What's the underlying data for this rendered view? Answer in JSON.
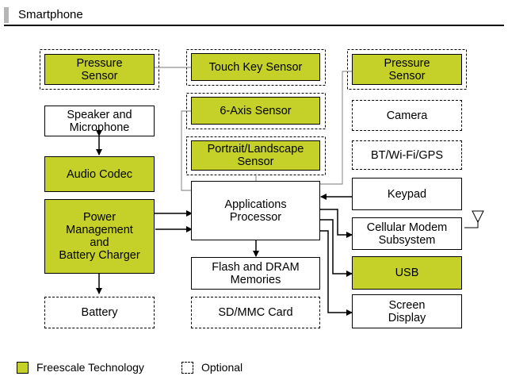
{
  "header": {
    "title": "Smartphone"
  },
  "blocks": {
    "pressure_left": "Pressure\nSensor",
    "touch_key": "Touch Key Sensor",
    "pressure_right": "Pressure\nSensor",
    "speaker": "Speaker and\nMicrophone",
    "six_axis": "6-Axis Sensor",
    "camera": "Camera",
    "portrait": "Portrait/Landscape\nSensor",
    "bt": "BT/Wi-Fi/GPS",
    "audio_codec": "Audio Codec",
    "app_proc": "Applications\nProcessor",
    "keypad": "Keypad",
    "power": "Power\nManagement\nand\nBattery Charger",
    "cellular": "Cellular Modem\nSubsystem",
    "flash": "Flash and DRAM\nMemories",
    "usb": "USB",
    "battery": "Battery",
    "sdmmc": "SD/MMC Card",
    "screen": "Screen\nDisplay"
  },
  "legend": {
    "freescale": "Freescale Technology",
    "optional": "Optional",
    "colors": {
      "freescale": "#c5d128"
    }
  }
}
